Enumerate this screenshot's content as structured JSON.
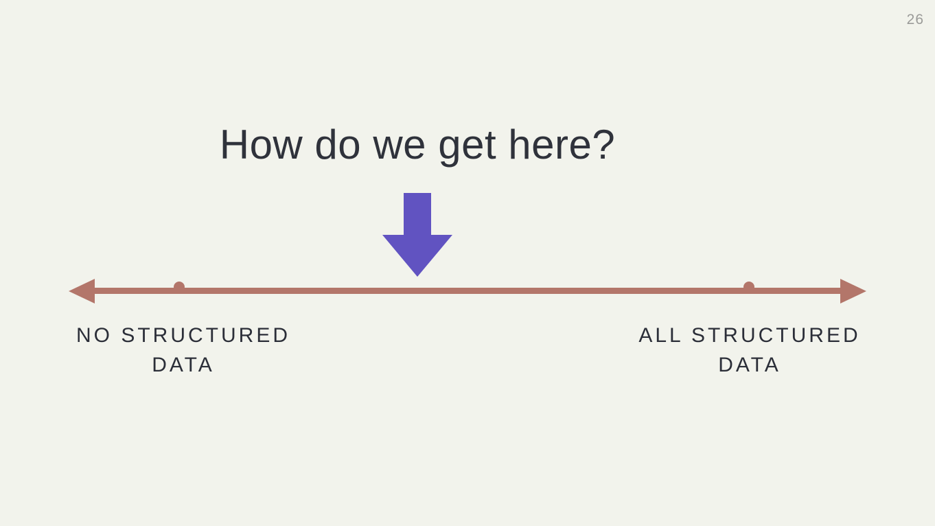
{
  "page_number": "26",
  "title": "How do we get here?",
  "colors": {
    "background": "#f2f3ec",
    "title-text": "#2f323b",
    "label-text": "#2b2e38",
    "page-number": "#9b9b99",
    "arrow-purple": "#6153c1",
    "spectrum-line": "#b3766a"
  },
  "spectrum": {
    "left": {
      "line1": "NO STRUCTURED",
      "line2": "DATA"
    },
    "right": {
      "line1": "ALL STRUCTURED",
      "line2": "DATA"
    }
  }
}
